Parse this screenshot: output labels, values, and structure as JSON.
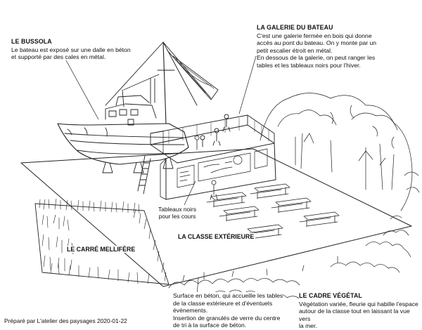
{
  "bussola": {
    "title": "LE BUSSOLA",
    "body": "Le bateau est exposé sur une dalle en béton\net supporté par des cales en métal."
  },
  "galerie": {
    "title": "LA GALERIE DU BATEAU",
    "body": "C'est une galerie fermée en bois qui donne\naccès au pont du bateau. On y monte par un\npetit escalier étroit en métal.\nEn dessous de la galerie, on peut ranger les\ntables et les tableaux noirs pour l'hiver."
  },
  "tableaux": {
    "body": "Tableaux noirs\npour les cours"
  },
  "classe": {
    "title": "LA CLASSE EXTÉRIEURE"
  },
  "carre": {
    "title": "LE CARRÉ MELLIFÈRE"
  },
  "surface": {
    "body": "Surface en béton, qui accueille les tables\nde la classe extérieure et d'éventuels\névènements.\nInsertion de granulés de verre du centre\nde tri à la surface de béton."
  },
  "cadre": {
    "title": "LE CADRE VÉGÉTAL",
    "body": "Végétation variée, fleurie qui habille l'espace\nautour de la classe tout en laissant la vue vers\nla mer."
  },
  "credit": "Préparé par L'atelier des paysages 2020-01-22"
}
